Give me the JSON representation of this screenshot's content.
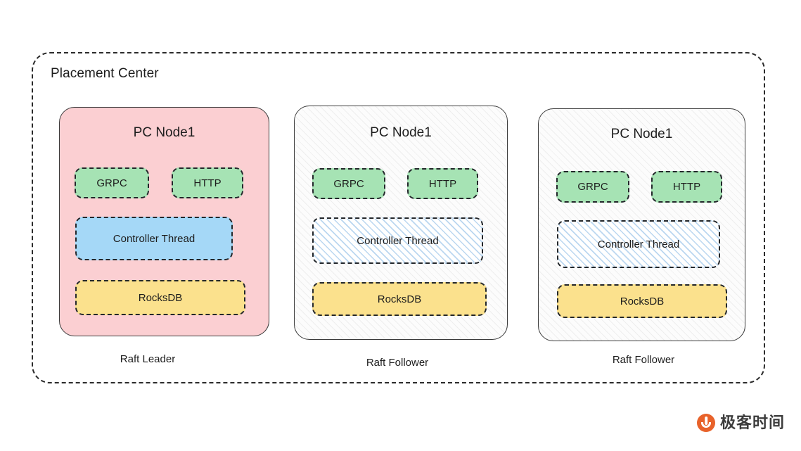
{
  "diagram": {
    "container": {
      "title": "Placement Center",
      "border_style": "dashed",
      "border_color": "#2b2b2b"
    },
    "nodes": [
      {
        "title": "PC Node1",
        "role_label": "Raft Leader",
        "style": "solid-pink",
        "fill_color": "#fbcfd2",
        "components": [
          {
            "label": "GRPC",
            "fill": "green",
            "fill_color": "#a6e3b4"
          },
          {
            "label": "HTTP",
            "fill": "green",
            "fill_color": "#a6e3b4"
          },
          {
            "label": "Controller Thread",
            "fill": "blue",
            "fill_color": "#a5d8f7"
          },
          {
            "label": "RocksDB",
            "fill": "yellow",
            "fill_color": "#fbe18d"
          }
        ]
      },
      {
        "title": "PC Node1",
        "role_label": "Raft Follower",
        "style": "hatched-gray",
        "fill_color": "#fcfcfc",
        "components": [
          {
            "label": "GRPC",
            "fill": "green",
            "fill_color": "#a6e3b4"
          },
          {
            "label": "HTTP",
            "fill": "green",
            "fill_color": "#a6e3b4"
          },
          {
            "label": "Controller Thread",
            "fill": "blue-hatch",
            "fill_color": "#ffffff"
          },
          {
            "label": "RocksDB",
            "fill": "yellow",
            "fill_color": "#fbe18d"
          }
        ]
      },
      {
        "title": "PC Node1",
        "role_label": "Raft Follower",
        "style": "hatched-gray",
        "fill_color": "#fcfcfc",
        "components": [
          {
            "label": "GRPC",
            "fill": "green",
            "fill_color": "#a6e3b4"
          },
          {
            "label": "HTTP",
            "fill": "green",
            "fill_color": "#a6e3b4"
          },
          {
            "label": "Controller Thread",
            "fill": "blue-hatch",
            "fill_color": "#ffffff"
          },
          {
            "label": "RocksDB",
            "fill": "yellow",
            "fill_color": "#fbe18d"
          }
        ]
      }
    ]
  },
  "watermark": {
    "text": "极客时间",
    "logo_color": "#e8622a",
    "icon": "geektime-logo-icon"
  }
}
